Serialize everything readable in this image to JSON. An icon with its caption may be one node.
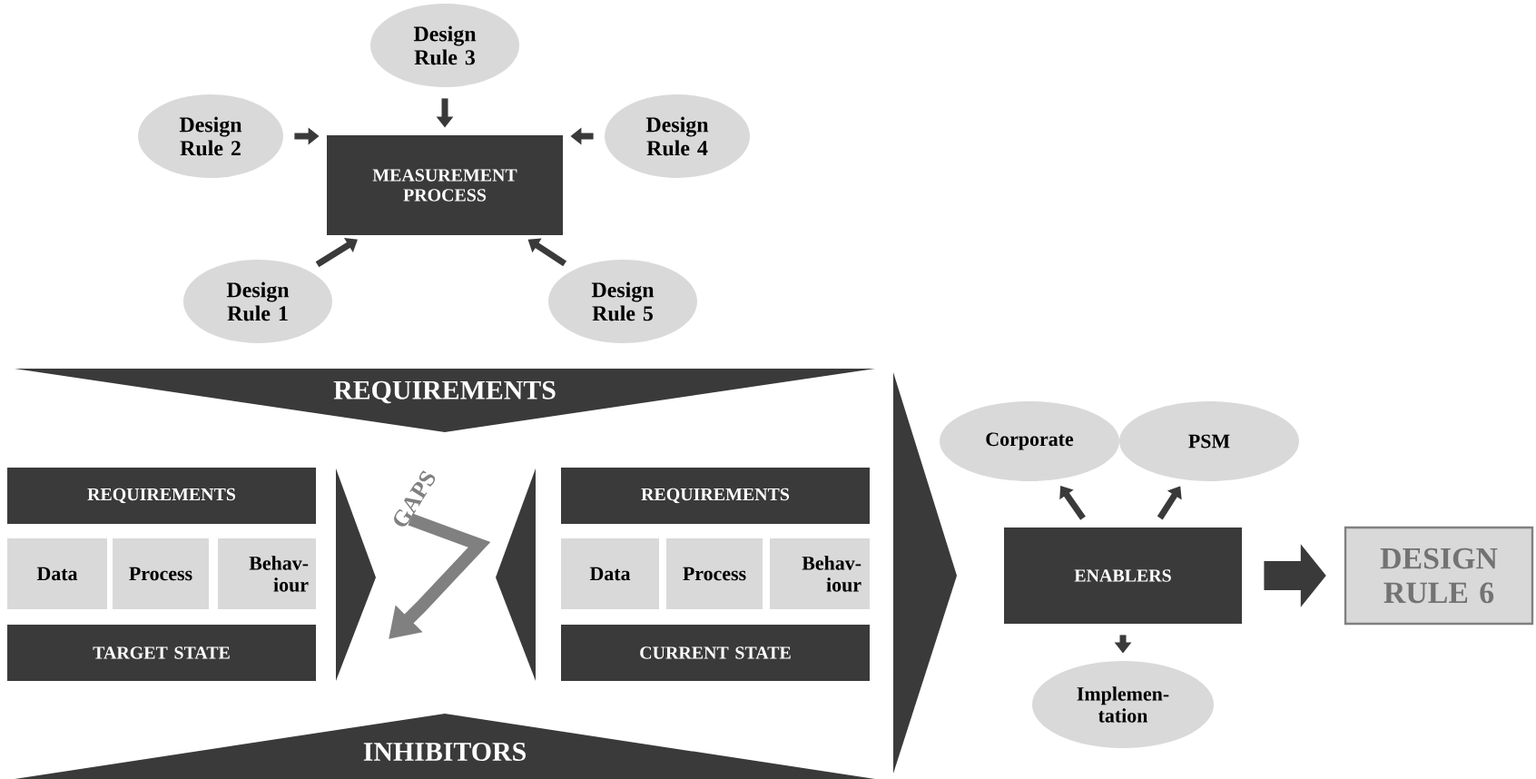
{
  "diagram": {
    "nodes": [
      {
        "text": [
          "Design Rule 3"
        ]
      },
      {
        "text": [
          "Design Rule 2"
        ]
      },
      {
        "text": [
          "MEASUREMENT PROCESS"
        ]
      },
      {
        "text": [
          "Design Rule 4"
        ]
      },
      {
        "text": [
          "Design Rule 1"
        ]
      },
      {
        "text": [
          "Design Rule 5"
        ]
      },
      {
        "text": [
          "REQUIREMENTS"
        ]
      },
      {
        "text": [
          "REQUIREMENTS"
        ]
      },
      {
        "text": [
          "Data"
        ]
      },
      {
        "text": [
          "Process"
        ]
      },
      {
        "text": [
          "Behav-iour"
        ]
      },
      {
        "text": [
          "TARGET STATE"
        ]
      },
      {
        "text": [
          "REQUIREMENTS"
        ]
      },
      {
        "text": [
          "Data"
        ]
      },
      {
        "text": [
          "Process"
        ]
      },
      {
        "text": [
          "Behav-iour"
        ]
      },
      {
        "text": [
          "CURRENT STATE"
        ]
      },
      {
        "text": [
          "Corporate"
        ]
      },
      {
        "text": [
          "PSM"
        ]
      },
      {
        "text": [
          "ENABLERS"
        ]
      },
      {
        "text": [
          "DESIGN RULE 6"
        ]
      },
      {
        "text": [
          "Implemen-tation"
        ]
      },
      {
        "text": [
          "INHIBITORS"
        ]
      }
    ],
    "edges": [
      {
        "from": 0,
        "to": 2,
        "arrow": "to"
      },
      {
        "from": 1,
        "to": 2,
        "arrow": "to"
      },
      {
        "from": 3,
        "to": 2,
        "arrow": "to"
      },
      {
        "from": 4,
        "to": 2,
        "arrow": "to"
      },
      {
        "from": 5,
        "to": 2,
        "arrow": "to"
      },
      {
        "from": 19,
        "to": 17,
        "arrow": "to"
      },
      {
        "from": 19,
        "to": 18,
        "arrow": "to"
      },
      {
        "from": 19,
        "to": 21,
        "arrow": "to"
      },
      {
        "from": 19,
        "to": 20,
        "arrow": "to",
        "style": "thick"
      }
    ],
    "labels": [
      "GAPS"
    ]
  }
}
